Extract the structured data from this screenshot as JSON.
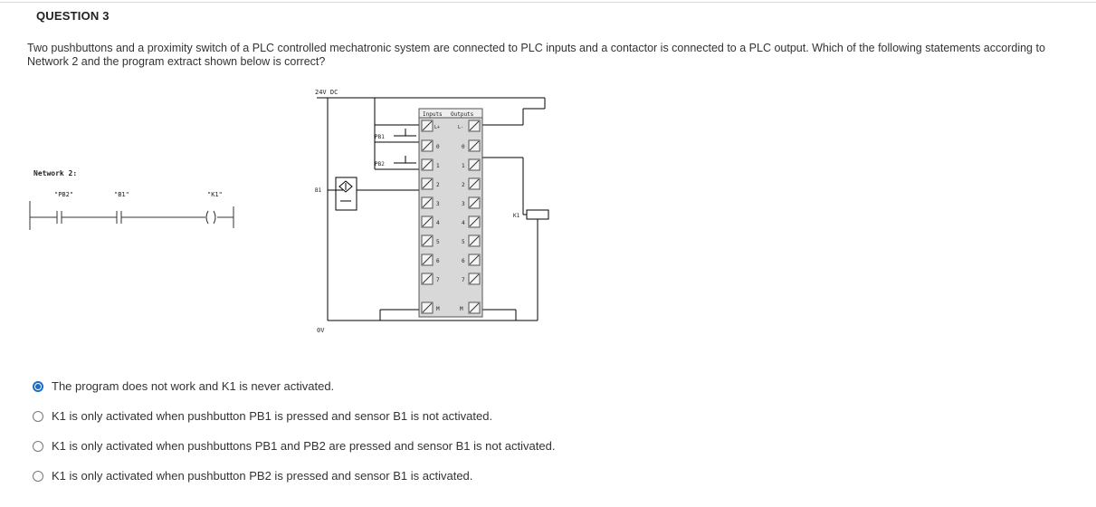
{
  "question": {
    "title": "QUESTION 3",
    "text": "Two pushbuttons and a proximity switch of a PLC controlled mechatronic system are connected to PLC inputs and a contactor is connected to a PLC output. Which of the following statements according to Network 2 and the program extract shown below is correct?"
  },
  "ladder": {
    "network_label": "Network 2:",
    "contact1": "\"PB2\"",
    "contact2": "\"B1\"",
    "coil": "\"K1\""
  },
  "wiring": {
    "supply": "24V DC",
    "ground": "0V",
    "inputs_header": "Inputs",
    "outputs_header": "Outputs",
    "pb1": "PB1",
    "pb2": "PB2",
    "sensor": "B1",
    "contactor": "K1",
    "l_plus": "L+",
    "l_minus": "L-",
    "m_in": "M",
    "m_out": "M",
    "channels": [
      "0",
      "1",
      "2",
      "3",
      "4",
      "5",
      "6",
      "7"
    ],
    "colors": {
      "wire": "#000000",
      "terminal": "#555555",
      "panel": "#d8d8d8"
    }
  },
  "answers": [
    {
      "label": "The program does not work and K1 is never activated.",
      "selected": true
    },
    {
      "label": "K1 is only activated when pushbutton PB1 is pressed and sensor B1 is not activated.",
      "selected": false
    },
    {
      "label": "K1 is only activated when pushbuttons PB1 and PB2 are pressed and sensor B1 is not activated.",
      "selected": false
    },
    {
      "label": "K1 is only activated when pushbutton PB2 is pressed and sensor B1 is activated.",
      "selected": false
    }
  ],
  "accent": "#1b6ec2"
}
